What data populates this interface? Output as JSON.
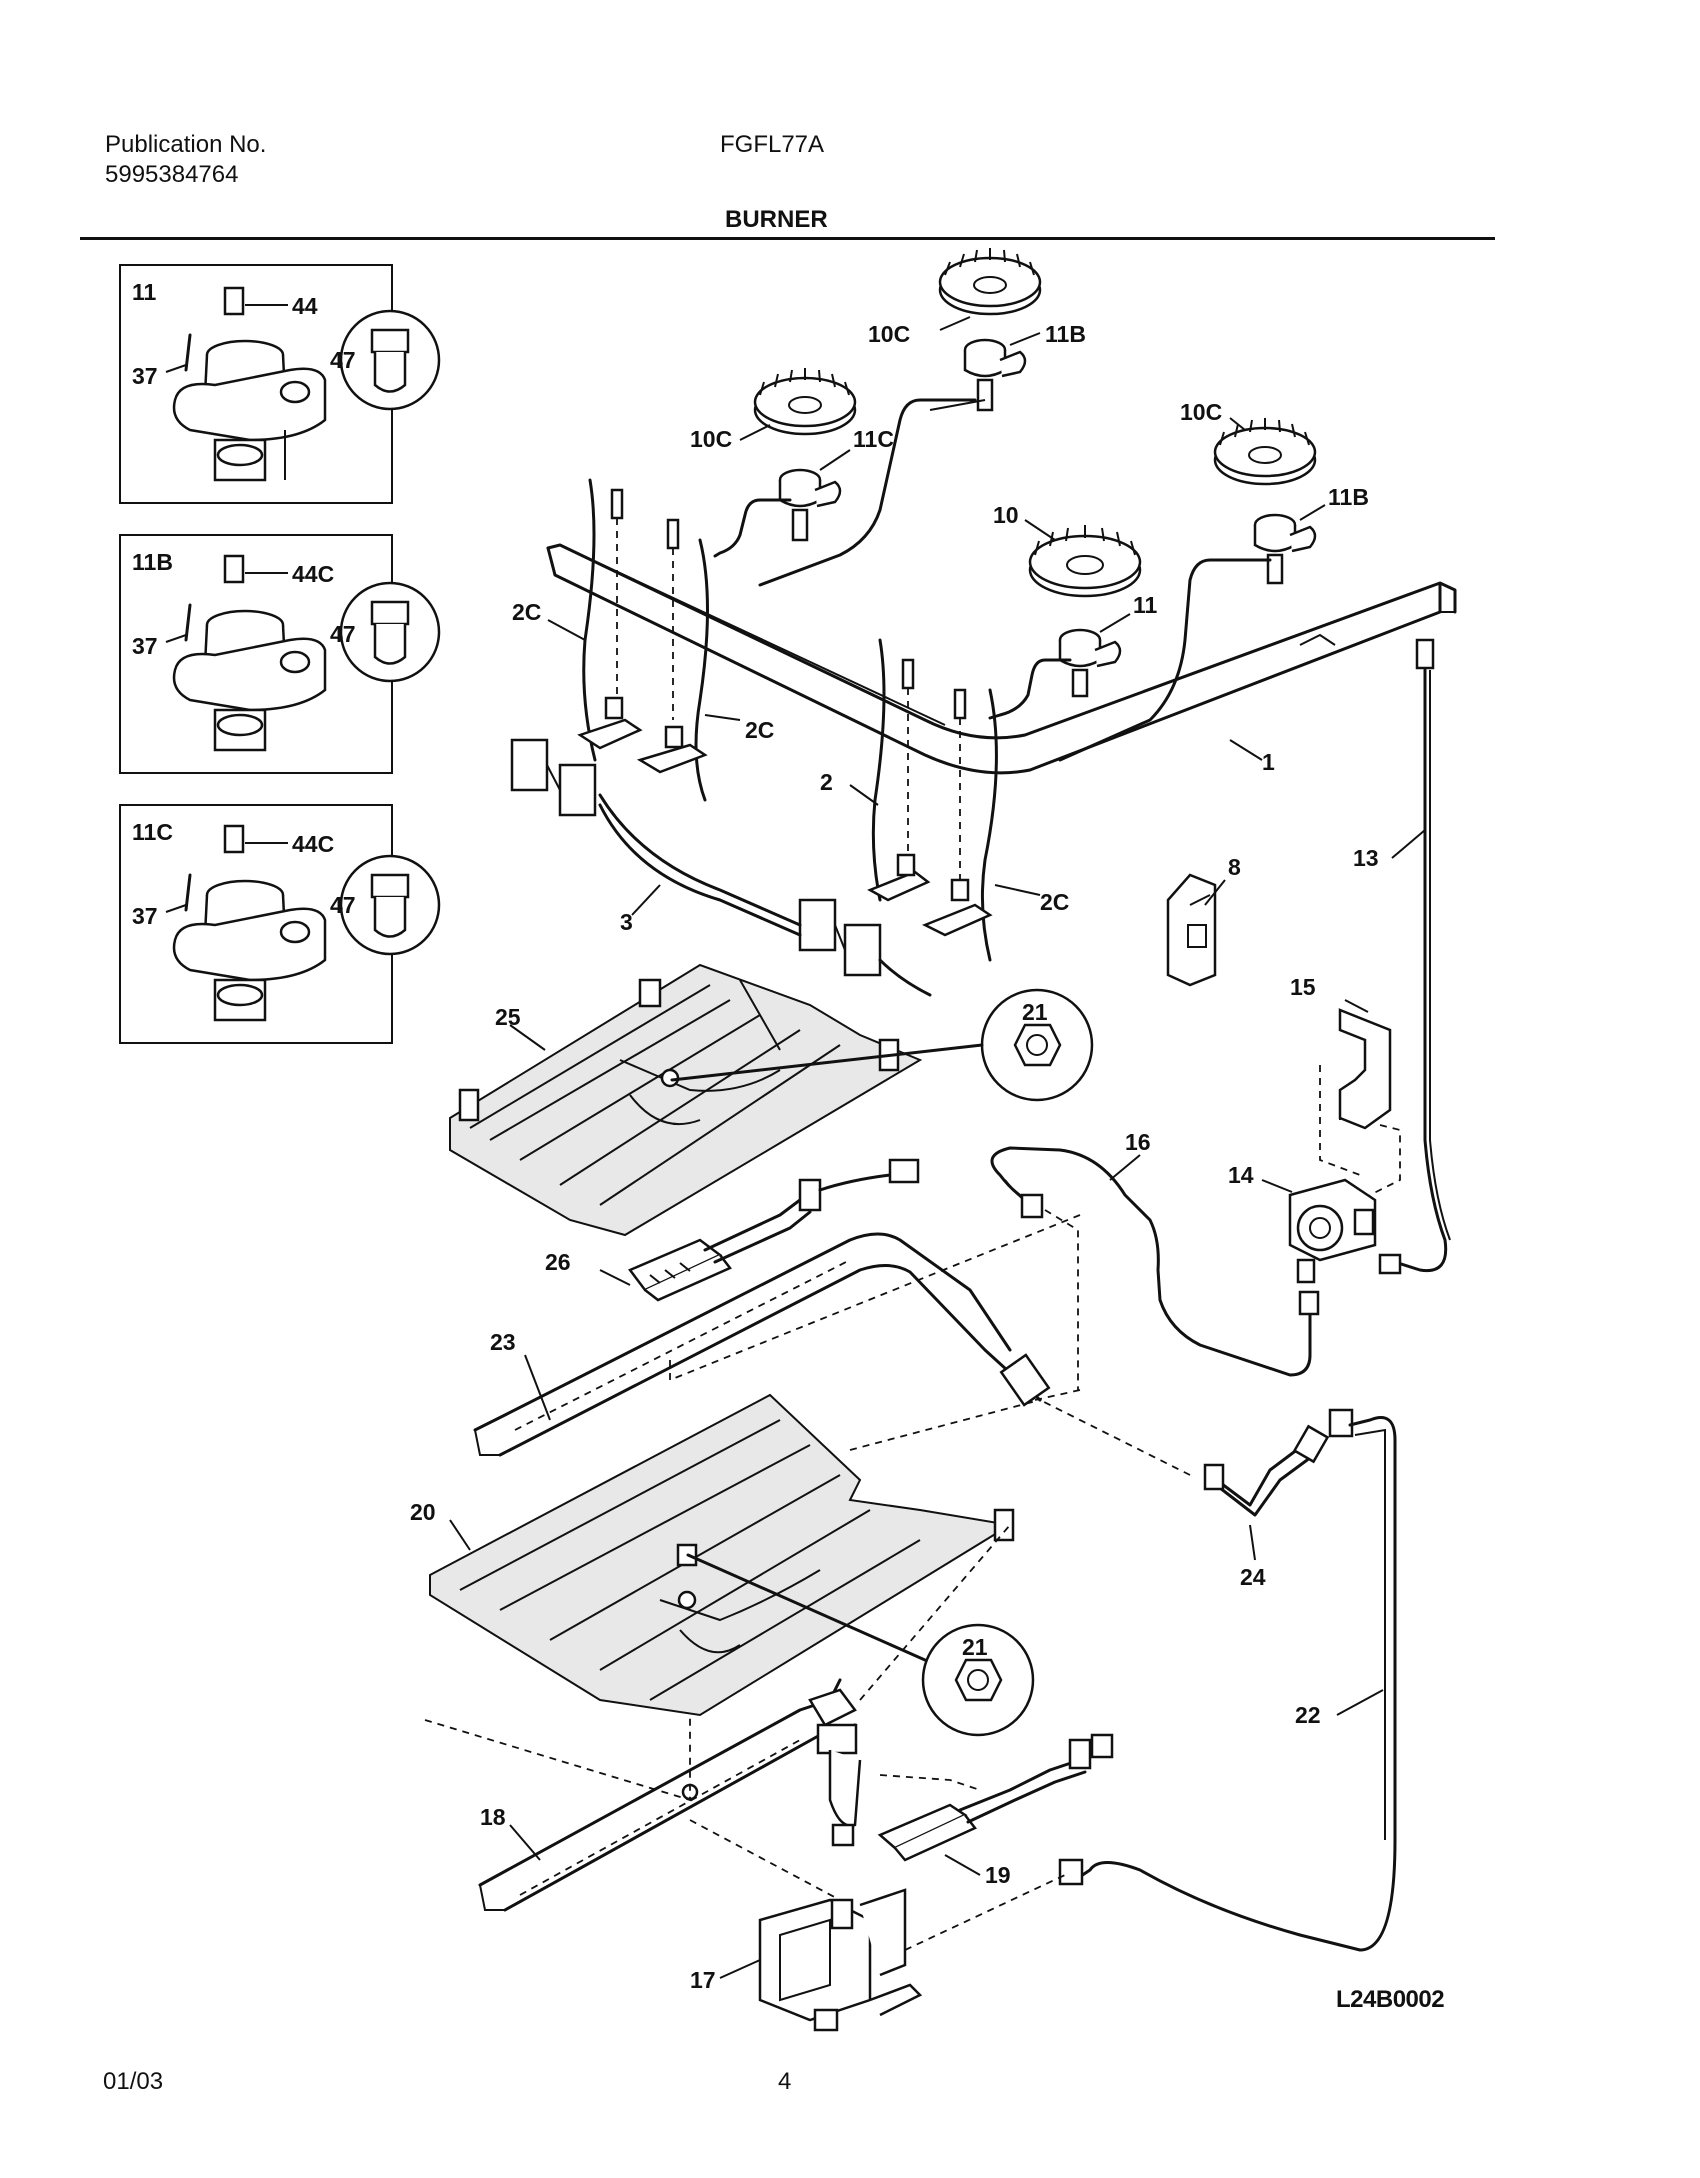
{
  "header": {
    "publication_label": "Publication No.",
    "publication_number": "5995384764",
    "model": "FGFL77A",
    "section_title": "BURNER"
  },
  "insets": [
    {
      "id": "11",
      "labels": {
        "screw": "37",
        "orifice": "44",
        "circle": "47"
      }
    },
    {
      "id": "11B",
      "labels": {
        "screw": "37",
        "orifice": "44C",
        "circle": "47"
      }
    },
    {
      "id": "11C",
      "labels": {
        "screw": "37",
        "orifice": "44C",
        "circle": "47"
      }
    }
  ],
  "callouts": {
    "c_10c_top": "10C",
    "c_11b_top": "11B",
    "c_10c_left": "10C",
    "c_11c": "11C",
    "c_10c_right": "10C",
    "c_11b_right": "11B",
    "c_10": "10",
    "c_11": "11",
    "c_2c_a": "2C",
    "c_2c_b": "2C",
    "c_2c_c": "2C",
    "c_2": "2",
    "c_3": "3",
    "c_1": "1",
    "c_8": "8",
    "c_13": "13",
    "c_15": "15",
    "c_25": "25",
    "c_21_a": "21",
    "c_21_b": "21",
    "c_16": "16",
    "c_14": "14",
    "c_26": "26",
    "c_23": "23",
    "c_24": "24",
    "c_20": "20",
    "c_22": "22",
    "c_18": "18",
    "c_19": "19",
    "c_17": "17"
  },
  "drawing_number": "L24B0002",
  "footer": {
    "date": "01/03",
    "page": "4"
  }
}
